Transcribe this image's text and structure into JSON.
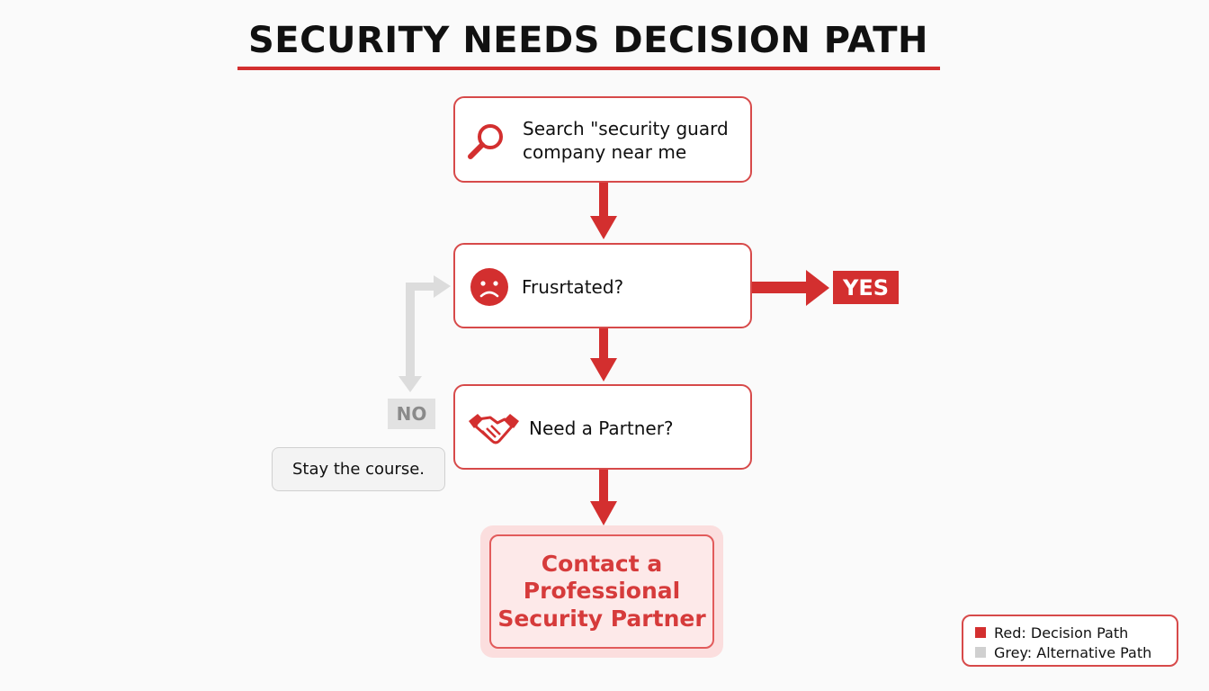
{
  "title": "SECURITY NEEDS DECISION PATH",
  "nodes": {
    "search": {
      "line1": "Search \"security guard",
      "line2": "company near me",
      "icon": "magnifier-icon"
    },
    "frustrated": {
      "label": "Frusrtated?",
      "icon": "sad-face-icon"
    },
    "partner": {
      "label": "Need a Partner?",
      "icon": "handshake-icon"
    }
  },
  "branches": {
    "yes": "YES",
    "no": "NO"
  },
  "stay": "Stay the course.",
  "cta": {
    "line1": "Contact a",
    "line2": "Professional",
    "line3": "Security Partner"
  },
  "legend": {
    "red": {
      "label": "Red: Decision Path",
      "color": "#d32f2f"
    },
    "grey": {
      "label": "Grey: Alternative Path",
      "color": "#d0d0d0"
    }
  },
  "colors": {
    "accent": "#d32f2f",
    "alt": "#dcdcdc"
  }
}
